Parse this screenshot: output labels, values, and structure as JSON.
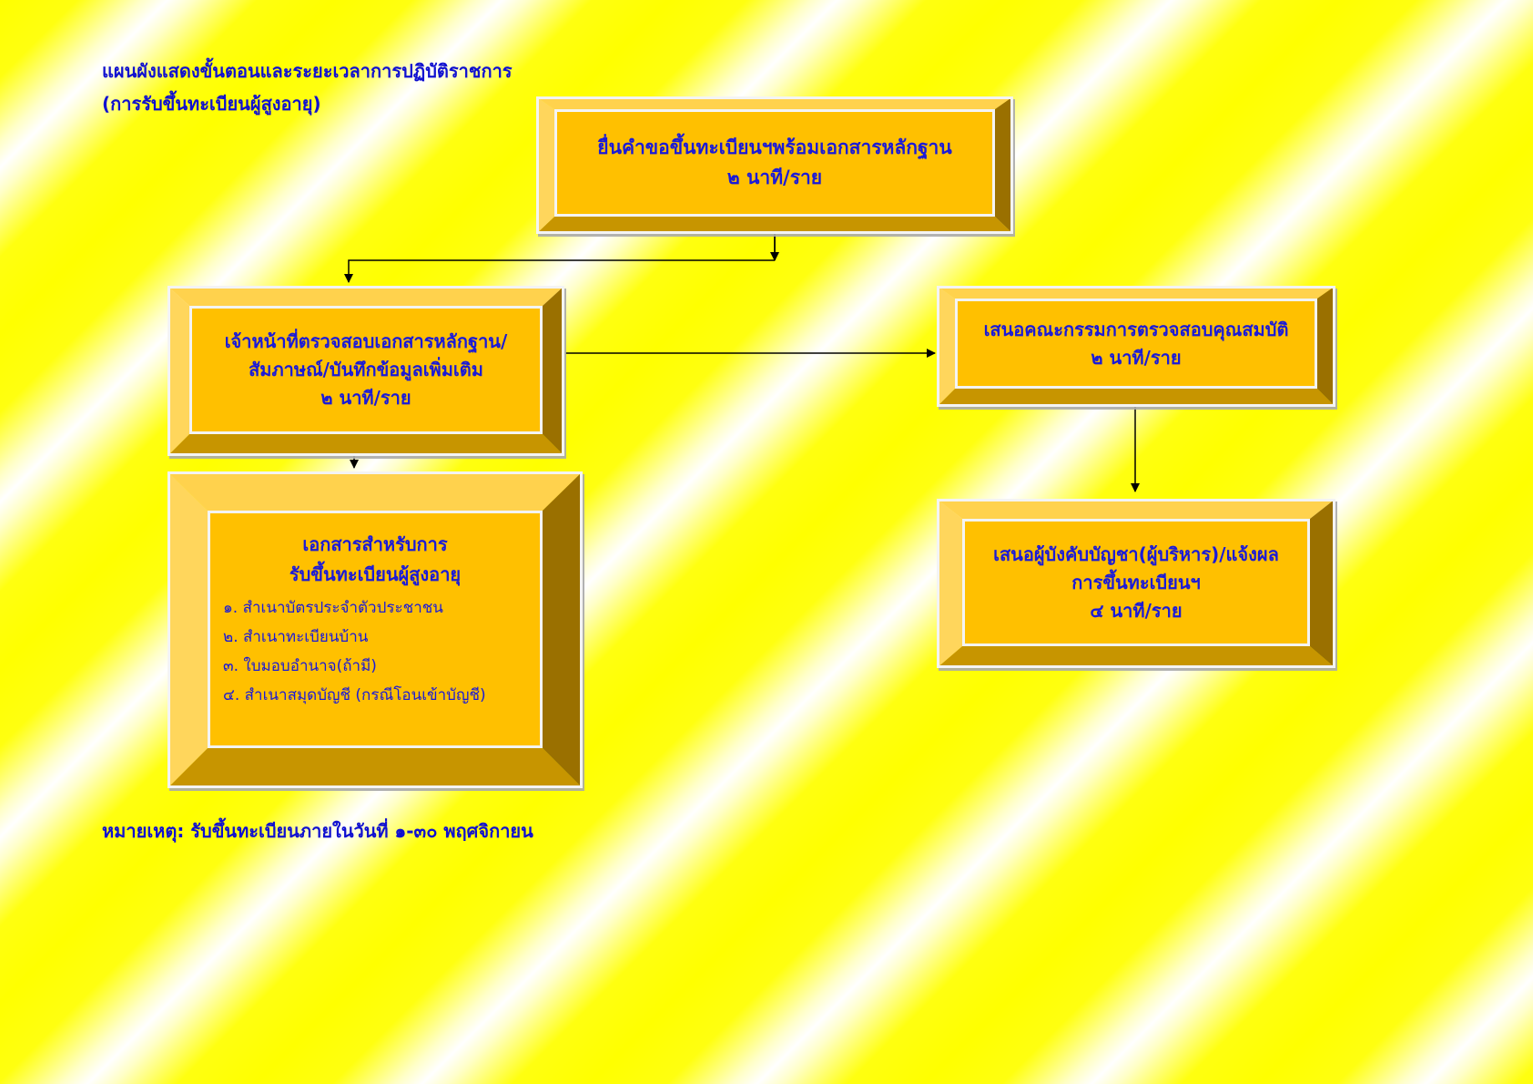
{
  "header": {
    "title_line1": "แผนผังแสดงขั้นตอนและระยะเวลาการปฏิบัติราชการ",
    "title_line2": "(การรับขึ้นทะเบียนผู้สูงอายุ)"
  },
  "steps": {
    "submit": {
      "text": "ยื่นคำขอขึ้นทะเบียนฯพร้อมเอกสารหลักฐาน",
      "time": "๒ นาที/ราย"
    },
    "check": {
      "line1": "เจ้าหน้าที่ตรวจสอบเอกสารหลักฐาน/",
      "line2": "สัมภาษณ์/บันทึกข้อมูลเพิ่มเติม",
      "time": "๒ นาที/ราย"
    },
    "committee": {
      "text": "เสนอคณะกรรมการตรวจสอบคุณสมบัติ",
      "time": "๒ นาที/ราย"
    },
    "supervisor": {
      "line1": "เสนอผู้บังคับบัญชา(ผู้บริหาร)/แจ้งผล",
      "line2": "การขึ้นทะเบียนฯ",
      "time": "๔ นาที/ราย"
    }
  },
  "documents": {
    "heading_line1": "เอกสารสำหรับการ",
    "heading_line2": "รับขึ้นทะเบียนผู้สูงอายุ",
    "items": [
      "๑.  สำเนาบัตรประจำตัวประชาชน",
      "๒.  สำเนาทะเบียนบ้าน",
      "๓.  ใบมอบอำนาจ(ถ้ามี)",
      "๔. สำเนาสมุดบัญชี (กรณีโอนเข้าบัญชี)"
    ]
  },
  "footer": {
    "note": "หมายเหตุ: รับขึ้นทะเบียนภายในวันที่ ๑-๓๐ พฤศจิกายน"
  },
  "colors": {
    "box_fill": "#ffc000",
    "text_blue": "#1a1ad8",
    "connector": "#000000"
  }
}
